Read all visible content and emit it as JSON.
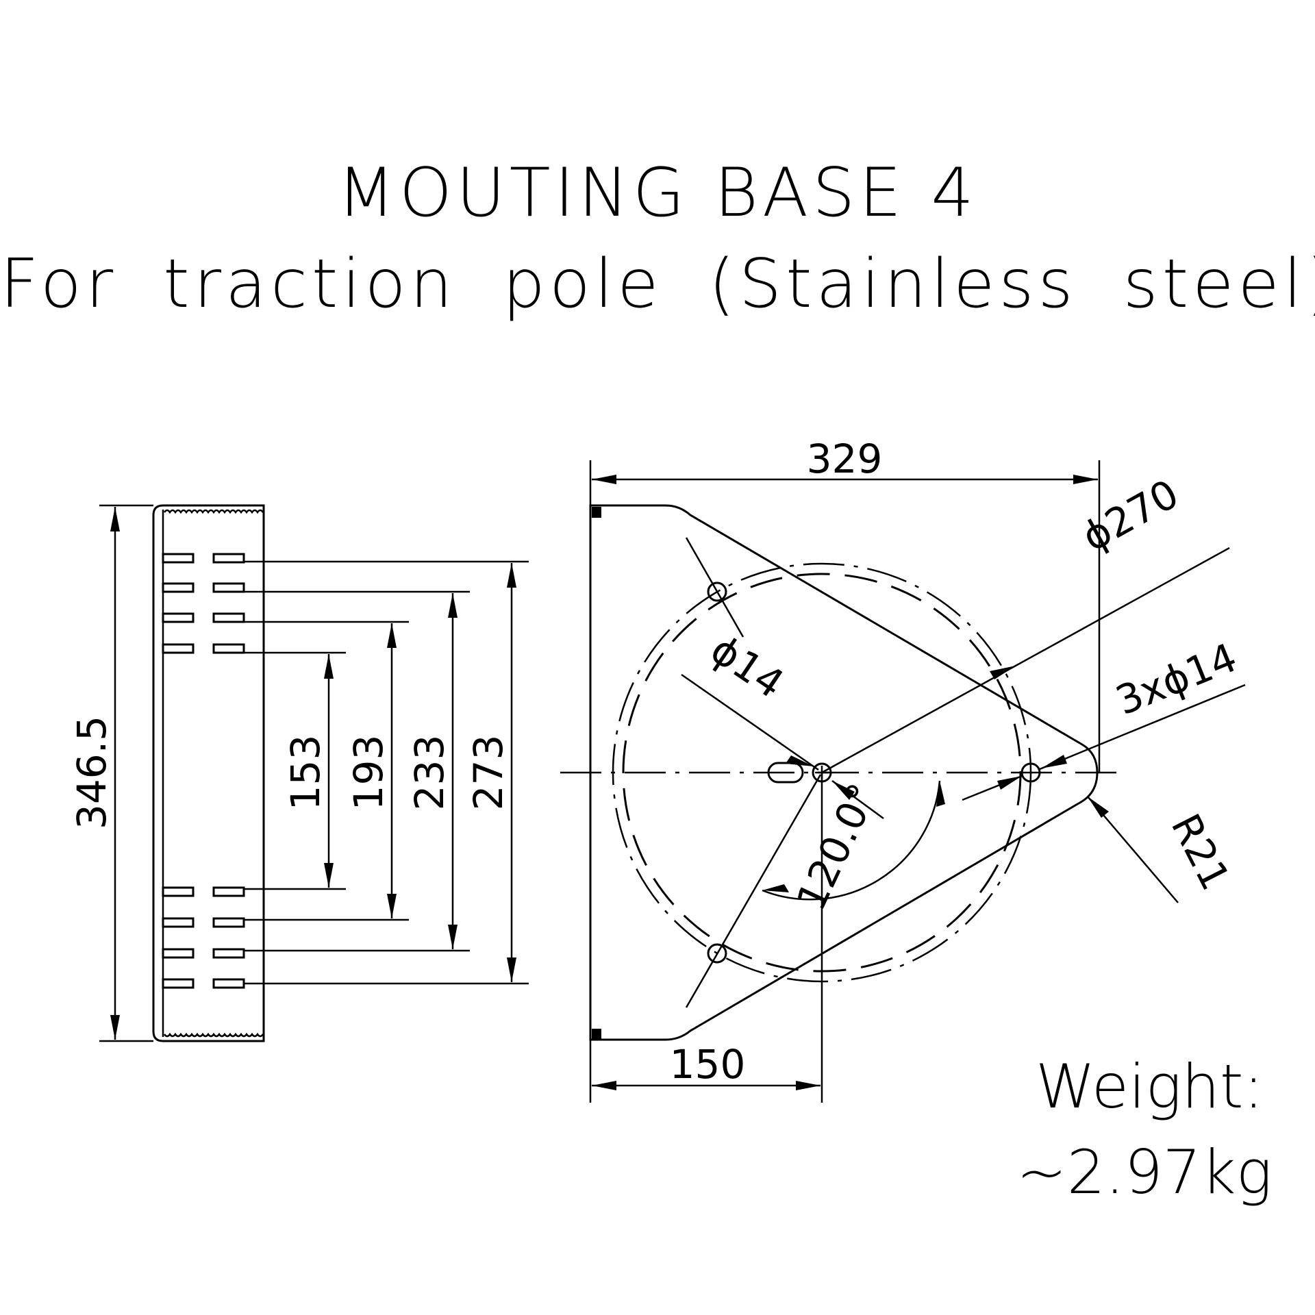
{
  "title": {
    "line1": "MOUTING BASE 4",
    "line2": "For traction pole (Stainless steel)"
  },
  "dimensions": {
    "overall_width": "329",
    "bore_offset": "150",
    "pitch_circle_diameter": "ϕ270",
    "center_hole_diameter": "ϕ14",
    "mounting_holes": "3xϕ14",
    "corner_radius": "R21",
    "hole_angle": "120.0°",
    "overall_height": "346.5",
    "slot_spacing_1": "153",
    "slot_spacing_2": "193",
    "slot_spacing_3": "233",
    "slot_spacing_4": "273"
  },
  "weight": {
    "label": "Weight:",
    "value": "~2.97kg"
  }
}
